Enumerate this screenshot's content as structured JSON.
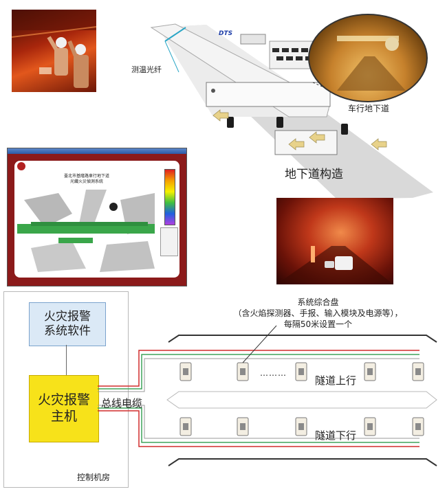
{
  "top": {
    "fiber_label": "测温光纤",
    "dts_label": "DTS",
    "vehicle_tunnel_label": "车行地下道",
    "structure_label": "地下道构造"
  },
  "monitor": {
    "title_line1": "臺北市基隆路車行地下道",
    "title_line2": "光纖火災偵測系統"
  },
  "bottom": {
    "software_box": "火灾报警\n系统软件",
    "host_box": "火灾报警\n主机",
    "cable_label": "总线电缆",
    "panel_desc_line1": "系统综合盘",
    "panel_desc_line2": "（含火焰探测器、手报、输入模块及电源等），",
    "panel_desc_line3": "每隔50米设置一个",
    "dots": "………",
    "up_label": "隧道上行",
    "down_label": "隧道下行",
    "control_room": "控制机房"
  },
  "colors": {
    "box_fill_blue": "#dbe9f6",
    "box_fill_yellow": "#f7e21a",
    "red_line": "#d12b2b",
    "green_line": "#3ea35a",
    "gray_line": "#9a9a9a"
  }
}
